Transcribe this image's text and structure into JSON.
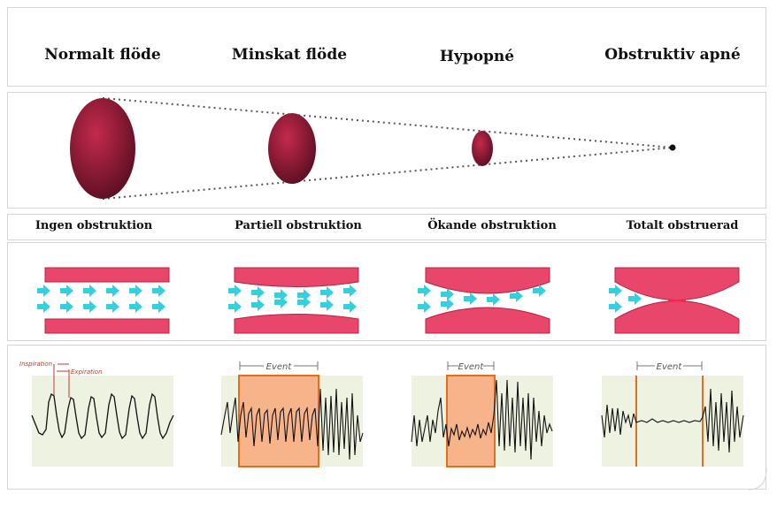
{
  "flow_headers": [
    "Normalt flöde",
    "Minskat flöde",
    "Hypopné",
    "Obstruktiv apné"
  ],
  "obstruction_headers": [
    "Ingen obstruktion",
    "Partiell obstruktion",
    "Ökande obstruktion",
    "Totalt obstruerad"
  ],
  "airway_states": [
    "open",
    "partial",
    "increasing",
    "closed"
  ],
  "waveform_panels": [
    {
      "event_label": "",
      "inspiration_label": "Inspiration",
      "expiration_label": "Expiration"
    },
    {
      "event_label": "Event",
      "inspiration_label": "",
      "expiration_label": ""
    },
    {
      "event_label": "Event",
      "inspiration_label": "",
      "expiration_label": ""
    },
    {
      "event_label": "Event",
      "inspiration_label": "",
      "expiration_label": ""
    }
  ],
  "colors": {
    "airway": "#e8466a",
    "airway_edge": "#b8203f",
    "arrow": "#33d0e0",
    "ellipse_dark": "#5a0e22",
    "ellipse_light": "#c42a4c",
    "waveform_bg": "#eef2e0",
    "event_fill": "#f7b48a",
    "event_edge": "#e07020"
  }
}
